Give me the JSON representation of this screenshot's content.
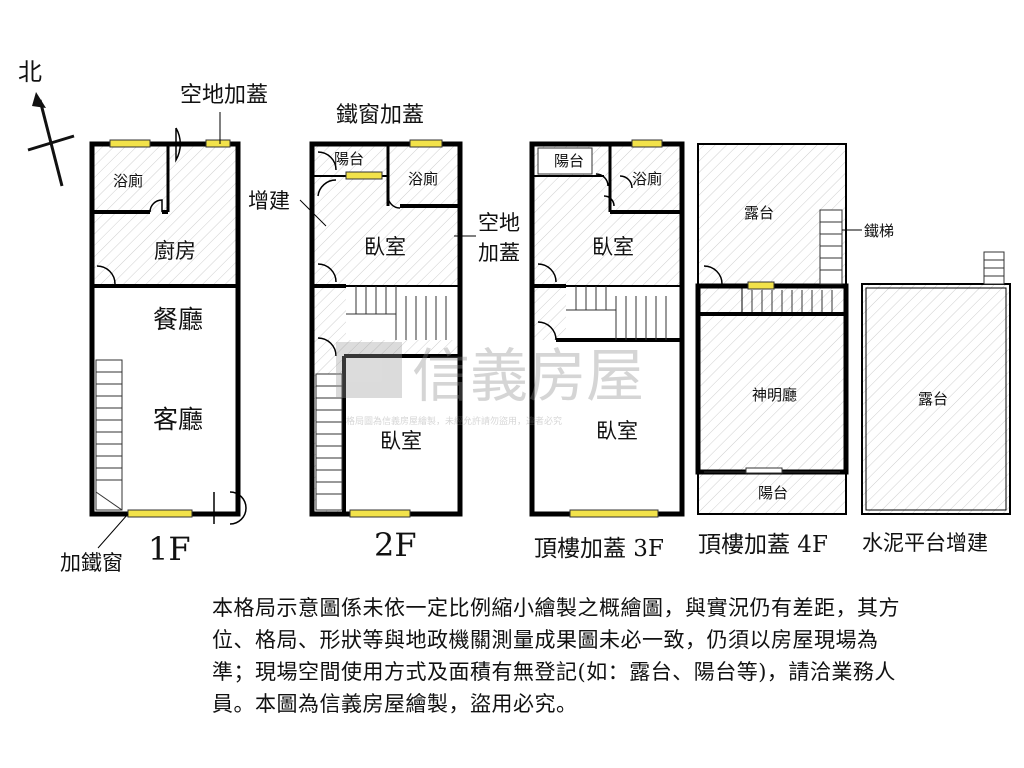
{
  "compass": {
    "north": "北"
  },
  "floor1": {
    "label": "1F",
    "rooms": {
      "bathroom": "浴廁",
      "kitchen": "廚房",
      "dining": "餐廳",
      "living": "客廳"
    },
    "annotations": {
      "open_space_addition": "空地加蓋",
      "iron_window": "加鐵窗"
    }
  },
  "floor2": {
    "label": "2F",
    "rooms": {
      "balcony": "陽台",
      "bathroom": "浴廁",
      "bedroom_front": "臥室",
      "bedroom_back": "臥室"
    },
    "annotations": {
      "iron_window_addition": "鐵窗加蓋",
      "extension": "增建",
      "open_space_1": "空地",
      "open_space_2": "加蓋"
    }
  },
  "floor3": {
    "label": "頂樓加蓋 3F",
    "rooms": {
      "balcony": "陽台",
      "bathroom": "浴廁",
      "bedroom_front": "臥室",
      "bedroom_back": "臥室"
    }
  },
  "floor4": {
    "label": "頂樓加蓋 4F",
    "rooms": {
      "terrace": "露台",
      "shrine_hall": "神明廳",
      "balcony": "陽台"
    },
    "annotations": {
      "iron_ladder": "鐵梯"
    }
  },
  "roof": {
    "label": "水泥平台增建",
    "rooms": {
      "terrace": "露台"
    }
  },
  "watermark": {
    "brand": "信義房屋",
    "notice": "格局圖為信義房屋繪製，未經允許請勿盜用，違者必究"
  },
  "disclaimer": "本格局示意圖係未依一定比例縮小繪製之概繪圖，與實況仍有差距，其方位、格局、形狀等與地政機關測量成果圖未必一致，仍須以房屋現場為準；現場空間使用方式及面積有無登記(如：露台、陽台等)，請洽業務人員。本圖為信義房屋繪製，盜用必究。"
}
